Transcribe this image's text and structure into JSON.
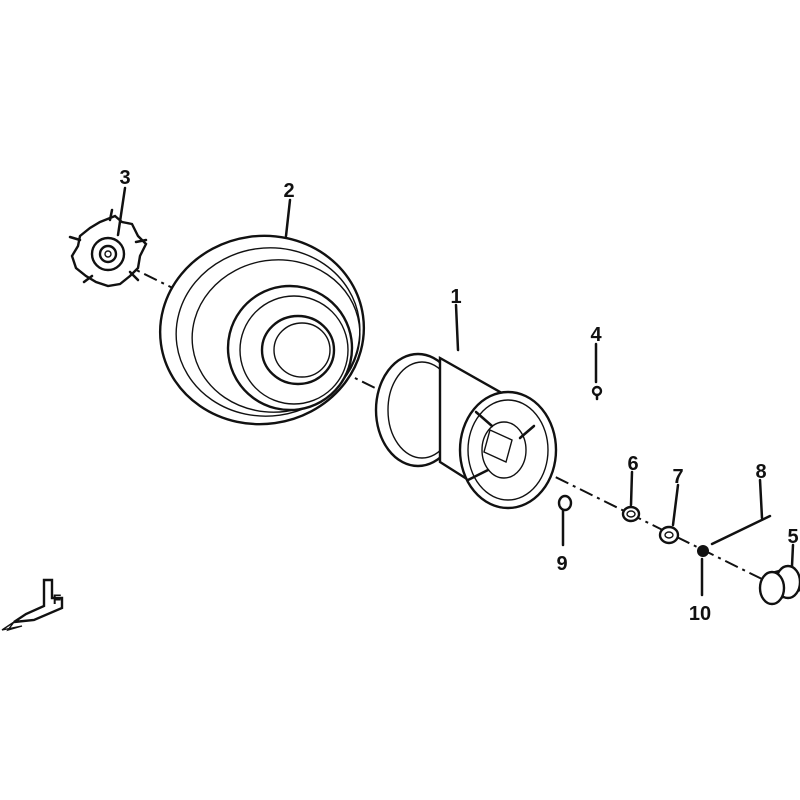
{
  "callouts": {
    "c1": "1",
    "c2": "2",
    "c3": "3",
    "c4": "4",
    "c5": "5",
    "c6": "6",
    "c7": "7",
    "c8": "8",
    "c9": "9",
    "c10": "10"
  },
  "front_indicator": {
    "letter": "F",
    "icon": "front-direction-arrow-icon"
  },
  "colors": {
    "line": "#111111",
    "background": "#ffffff"
  }
}
